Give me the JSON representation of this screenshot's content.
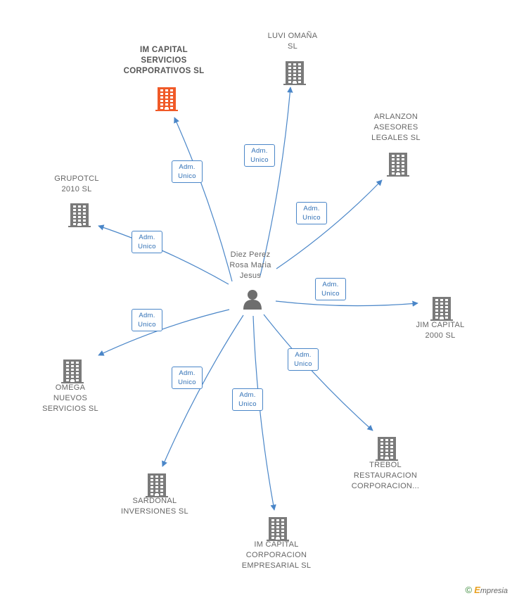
{
  "colors": {
    "edge": "#4a86c8",
    "building": "#7a7a7a",
    "building_highlight": "#f05a28",
    "person": "#6e6e6e"
  },
  "center": {
    "name_lines": [
      "Diez Perez",
      "Rosa Maria",
      "Jesus"
    ],
    "icon": "person-icon"
  },
  "companies": [
    {
      "id": "im-capital-servicios",
      "lines": [
        "IM CAPITAL",
        "SERVICIOS",
        "CORPORATIVOS SL"
      ],
      "highlight": true,
      "icon": "building-icon"
    },
    {
      "id": "luvi-omana",
      "lines": [
        "LUVI OMAÑA",
        "SL"
      ],
      "highlight": false,
      "icon": "building-icon"
    },
    {
      "id": "arlanzon",
      "lines": [
        "ARLANZON",
        "ASESORES",
        "LEGALES SL"
      ],
      "highlight": false,
      "icon": "building-icon"
    },
    {
      "id": "grupotcl",
      "lines": [
        "GRUPOTCL",
        "2010 SL"
      ],
      "highlight": false,
      "icon": "building-icon"
    },
    {
      "id": "jim-capital",
      "lines": [
        "JIM CAPITAL",
        "2000 SL"
      ],
      "highlight": false,
      "icon": "building-icon"
    },
    {
      "id": "omega",
      "lines": [
        "OMEGA",
        "NUEVOS",
        "SERVICIOS  SL"
      ],
      "highlight": false,
      "icon": "building-icon"
    },
    {
      "id": "trebol",
      "lines": [
        "TREBOL",
        "RESTAURACION",
        "CORPORACION..."
      ],
      "highlight": false,
      "icon": "building-icon"
    },
    {
      "id": "sardonal",
      "lines": [
        "SARDONAL",
        "INVERSIONES SL"
      ],
      "highlight": false,
      "icon": "building-icon"
    },
    {
      "id": "im-capital-corporacion",
      "lines": [
        "IM CAPITAL",
        "CORPORACION",
        "EMPRESARIAL SL"
      ],
      "highlight": false,
      "icon": "building-icon"
    }
  ],
  "relations": [
    {
      "target": "im-capital-servicios",
      "lines": [
        "Adm.",
        "Unico"
      ]
    },
    {
      "target": "luvi-omana",
      "lines": [
        "Adm.",
        "Unico"
      ]
    },
    {
      "target": "arlanzon",
      "lines": [
        "Adm.",
        "Unico"
      ]
    },
    {
      "target": "grupotcl",
      "lines": [
        "Adm.",
        "Unico"
      ]
    },
    {
      "target": "jim-capital",
      "lines": [
        "Adm.",
        "Unico"
      ]
    },
    {
      "target": "omega",
      "lines": [
        "Adm.",
        "Unico"
      ]
    },
    {
      "target": "trebol",
      "lines": [
        "Adm.",
        "Unico"
      ]
    },
    {
      "target": "sardonal",
      "lines": [
        "Adm.",
        "Unico"
      ]
    },
    {
      "target": "im-capital-corporacion",
      "lines": [
        "Adm.",
        "Unico"
      ]
    }
  ],
  "branding": {
    "copyright_symbol": "©",
    "brand_initial": "E",
    "brand_rest": "mpresia"
  }
}
